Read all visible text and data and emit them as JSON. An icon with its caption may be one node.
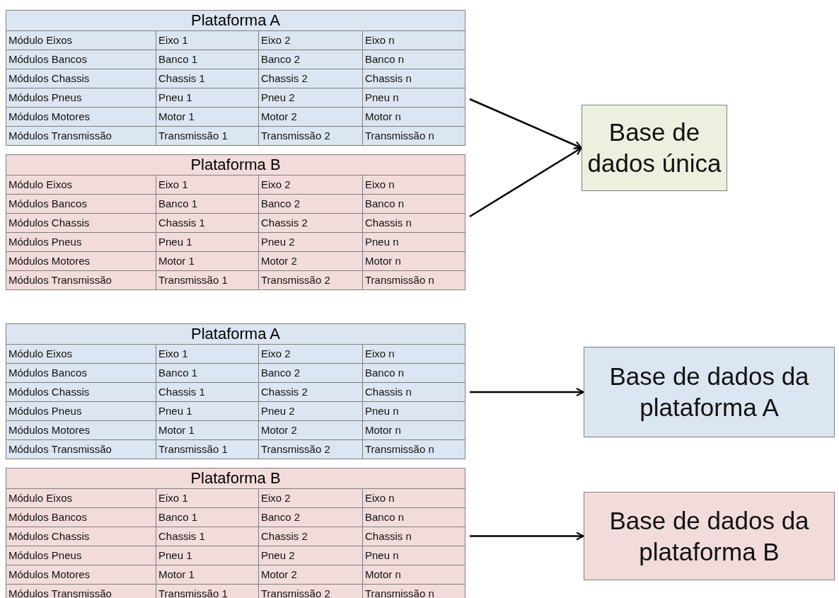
{
  "diagram": {
    "nodes": [
      {
        "text": [
          "Plataforma A",
          "Módulo Eixos",
          "Eixo 1",
          "Eixo 2",
          "Eixo n",
          "Módulos Bancos",
          "Banco 1",
          "Banco 2",
          "Banco n",
          "Módulos Chassis",
          "Chassis 1",
          "Chassis 2",
          "Chassis n",
          "Módulos Pneus",
          "Pneu 1",
          "Pneu 2",
          "Pneu n",
          "Módulos Motores",
          "Motor 1",
          "Motor 2",
          "Motor n",
          "Módulos Transmissão",
          "Transmissão 1",
          "Transmissão 2",
          "Transmissão n"
        ]
      },
      {
        "text": [
          "Plataforma B",
          "Módulo Eixos",
          "Eixo 1",
          "Eixo 2",
          "Eixo n",
          "Módulos Bancos",
          "Banco 1",
          "Banco 2",
          "Banco n",
          "Módulos Chassis",
          "Chassis 1",
          "Chassis 2",
          "Chassis n",
          "Módulos Pneus",
          "Pneu 1",
          "Pneu 2",
          "Pneu n",
          "Módulos Motores",
          "Motor 1",
          "Motor 2",
          "Motor n",
          "Módulos Transmissão",
          "Transmissão 1",
          "Transmissão 2",
          "Transmissão n"
        ]
      },
      {
        "text": [
          "Base de dados única"
        ]
      },
      {
        "text": [
          "Plataforma A",
          "Módulo Eixos",
          "Eixo 1",
          "Eixo 2",
          "Eixo n",
          "Módulos Bancos",
          "Banco 1",
          "Banco 2",
          "Banco n",
          "Módulos Chassis",
          "Chassis 1",
          "Chassis 2",
          "Chassis n",
          "Módulos Pneus",
          "Pneu 1",
          "Pneu 2",
          "Pneu n",
          "Módulos Motores",
          "Motor 1",
          "Motor 2",
          "Motor n",
          "Módulos Transmissão",
          "Transmissão 1",
          "Transmissão 2",
          "Transmissão n"
        ]
      },
      {
        "text": [
          "Base de dados da plataforma A"
        ]
      },
      {
        "text": [
          "Plataforma B",
          "Módulo Eixos",
          "Eixo 1",
          "Eixo 2",
          "Eixo n",
          "Módulos Bancos",
          "Banco 1",
          "Banco 2",
          "Banco n",
          "Módulos Chassis",
          "Chassis 1",
          "Chassis 2",
          "Chassis n",
          "Módulos Pneus",
          "Pneu 1",
          "Pneu 2",
          "Pneu n",
          "Módulos Motores",
          "Motor 1",
          "Motor 2",
          "Motor n",
          "Módulos Transmissão",
          "Transmissão 1",
          "Transmissão 2",
          "Transmissão n"
        ]
      },
      {
        "text": [
          "Base de dados da plataforma B"
        ]
      }
    ],
    "edges": [
      {
        "from": 0,
        "to": 2,
        "arrow": "to"
      },
      {
        "from": 1,
        "to": 2,
        "arrow": "to"
      },
      {
        "from": 3,
        "to": 4,
        "arrow": "to"
      },
      {
        "from": 5,
        "to": 6,
        "arrow": "to"
      }
    ]
  }
}
